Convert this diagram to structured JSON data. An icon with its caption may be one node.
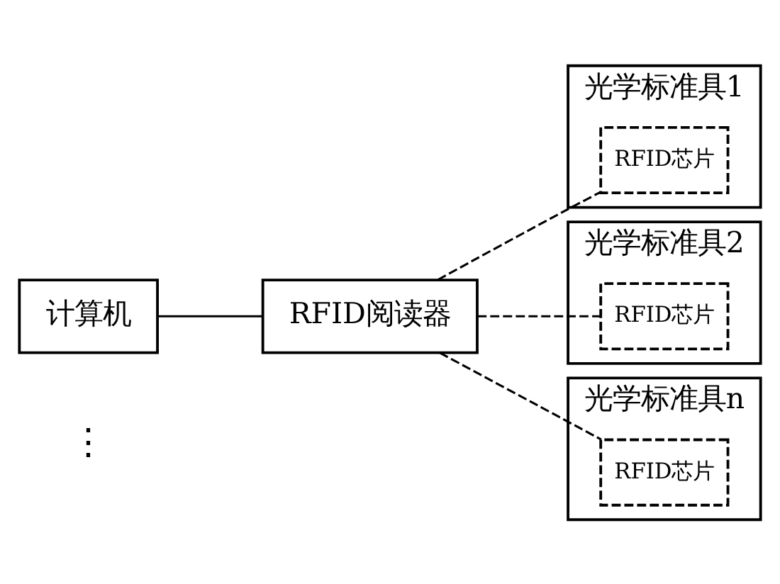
{
  "diagram": {
    "nodes": [
      {
        "text": [
          "计算机"
        ]
      },
      {
        "text": [
          "RFID阅读器"
        ]
      },
      {
        "text": [
          "光学标准具1"
        ]
      },
      {
        "text": [
          "RFID芯片"
        ],
        "in": 2
      },
      {
        "text": [
          "光学标准具2"
        ]
      },
      {
        "text": [
          "RFID芯片"
        ],
        "in": 4
      },
      {
        "text": [
          "光学标准具n"
        ]
      },
      {
        "text": [
          "RFID芯片"
        ],
        "in": 6
      }
    ],
    "edges": [
      {
        "from": 0,
        "to": 1,
        "arrow": "none"
      },
      {
        "from": 1,
        "to": 3,
        "arrow": "none",
        "style": "dashed"
      },
      {
        "from": 1,
        "to": 5,
        "arrow": "none",
        "style": "dashed"
      },
      {
        "from": 1,
        "to": 7,
        "arrow": "none",
        "style": "dashed"
      }
    ],
    "labels": [
      "⋮"
    ]
  }
}
